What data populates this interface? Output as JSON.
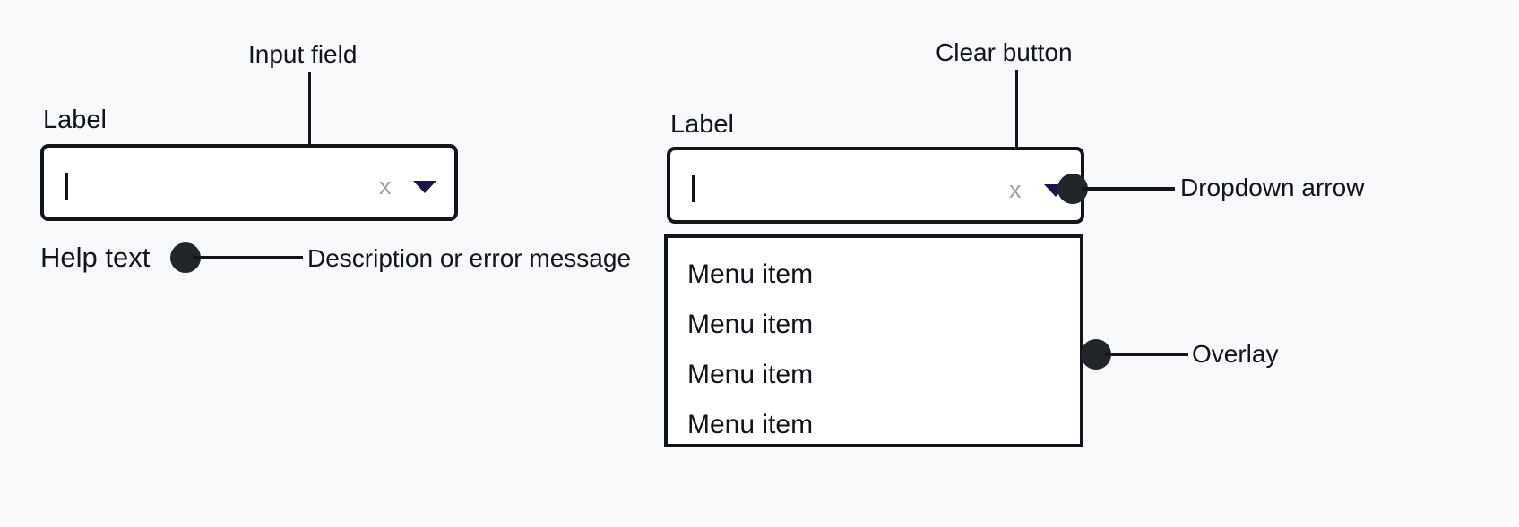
{
  "canvas": {
    "background_color": "#f7f9fa",
    "ink_color": "#11151a"
  },
  "annotations": {
    "input_field": "Input field",
    "clear_button": "Clear button",
    "dropdown_arrow": "Dropdown arrow",
    "overlay": "Overlay",
    "description_or_error": "Description or error message"
  },
  "left_field": {
    "label": "Label",
    "value": "",
    "caret_visible": true,
    "clear_icon": "x",
    "clear_icon_color": "#9aa1ac",
    "dropdown_icon": "chevron-down-icon",
    "dropdown_icon_color": "#171549",
    "help_text": "Help text"
  },
  "right_field": {
    "label": "Label",
    "value": "",
    "caret_visible": true,
    "clear_icon": "x",
    "clear_icon_color": "#9aa1ac",
    "dropdown_icon": "chevron-down-icon",
    "dropdown_icon_color": "#171549"
  },
  "dropdown_menu": {
    "items": [
      {
        "label": "Menu item"
      },
      {
        "label": "Menu item"
      },
      {
        "label": "Menu item"
      },
      {
        "label": "Menu item"
      }
    ]
  }
}
